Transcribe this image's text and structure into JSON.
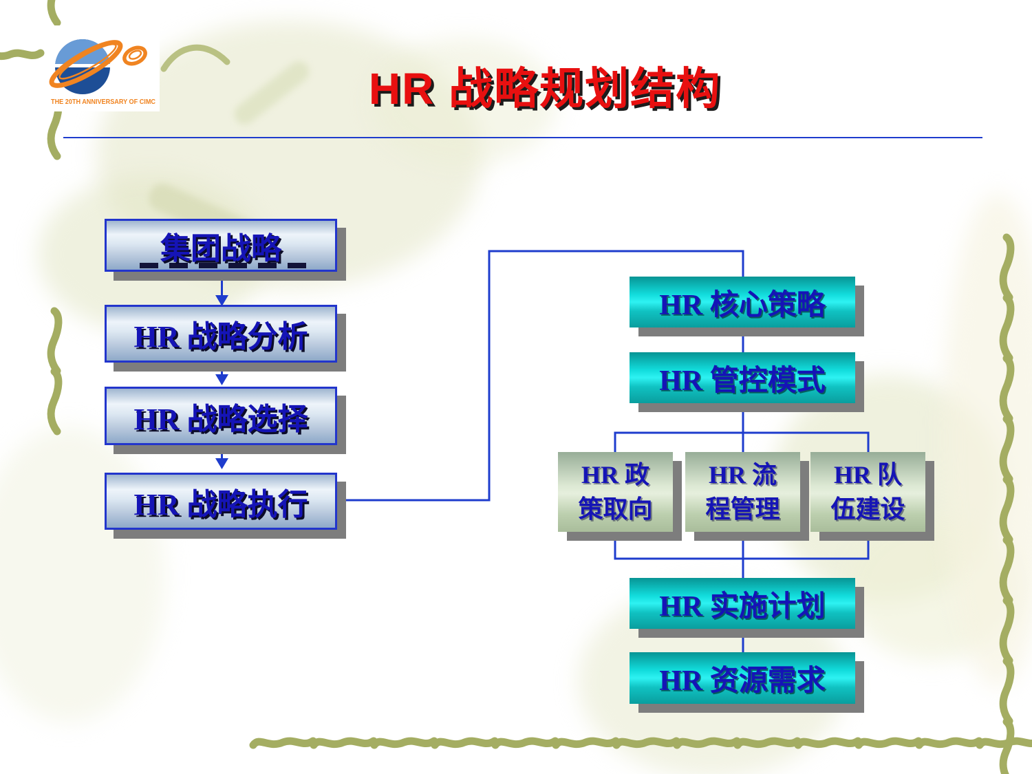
{
  "slide": {
    "title": "HR 战略规划结构",
    "logo_caption": "THE 20TH ANNIVERSARY OF CIMC",
    "left_flow": [
      {
        "label": "集团战略"
      },
      {
        "label": "HR 战略分析"
      },
      {
        "label": "HR 战略选择"
      },
      {
        "label": "HR 战略执行"
      }
    ],
    "right_flow": {
      "top_boxes": [
        {
          "label": "HR 核心策略"
        },
        {
          "label": "HR 管控模式"
        }
      ],
      "middle_boxes": [
        {
          "label": "HR 政\n策取向"
        },
        {
          "label": "HR 流\n程管理"
        },
        {
          "label": "HR 队\n伍建设"
        }
      ],
      "bottom_boxes": [
        {
          "label": "HR 实施计划"
        },
        {
          "label": "HR 资源需求"
        }
      ]
    },
    "colors": {
      "title-red": "#e81010",
      "connector-blue": "#1e3ccd",
      "box-border-blue": "#2235cc",
      "text-blue": "#1514b6",
      "shadow-gray": "#7d7d7d",
      "brush-olive": "#a4ad62",
      "logo-orange": "#f08421",
      "globe-light-blue": "#689bd6",
      "globe-dark-blue": "#1d4e96"
    }
  }
}
